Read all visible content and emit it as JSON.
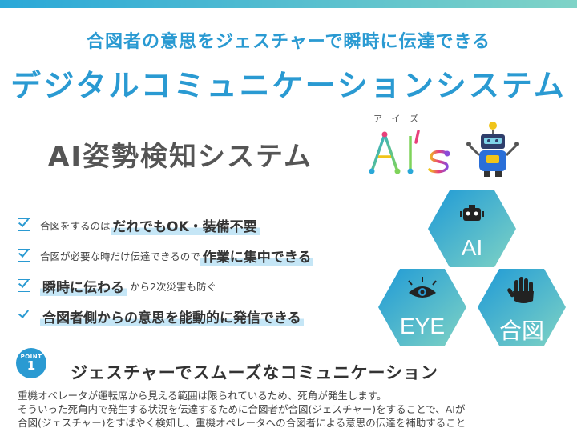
{
  "header": {
    "subtitle": "合図者の意思をジェスチャーで瞬時に伝達できる",
    "title": "デジタルコミュニケーションシステム"
  },
  "product": {
    "name": "AI姿勢検知システム",
    "logo_text": "AI's",
    "logo_ruby": "アイズ"
  },
  "checklist": [
    {
      "small": "合図をするのは",
      "big": "だれでもOK・装備不要",
      "small_after": ""
    },
    {
      "small": "合図が必要な時だけ伝達できるので",
      "big": "作業に集中できる",
      "small_after": ""
    },
    {
      "small": "",
      "big": "瞬時に伝わる",
      "small_after": "から2次災害も防ぐ"
    },
    {
      "small": "",
      "big": "合図者側からの意思を能動的に発信できる",
      "small_after": ""
    }
  ],
  "hexagons": {
    "ai": {
      "label": "AI",
      "icon": "robot-icon"
    },
    "eye": {
      "label": "EYE",
      "icon": "eye-icon"
    },
    "gesture": {
      "label": "合図",
      "icon": "hand-icon"
    }
  },
  "colors": {
    "accent": "#2a9ad2",
    "hex_start": "#1f9ad6",
    "hex_end": "#7fd3c4"
  },
  "point": {
    "label": "POINT",
    "number": "1",
    "title": "ジェスチャーでスムーズなコミュニケーション",
    "body": [
      "重機オペレータが運転席から見える範囲は限られているため、死角が発生します。",
      "そういった死角内で発生する状況を伝達するために合図者が合図(ジェスチャー)をすることで、AIが",
      "合図(ジェスチャー)をすばやく検知し、重機オペレータへの合図者による意思の伝達を補助すること"
    ]
  }
}
